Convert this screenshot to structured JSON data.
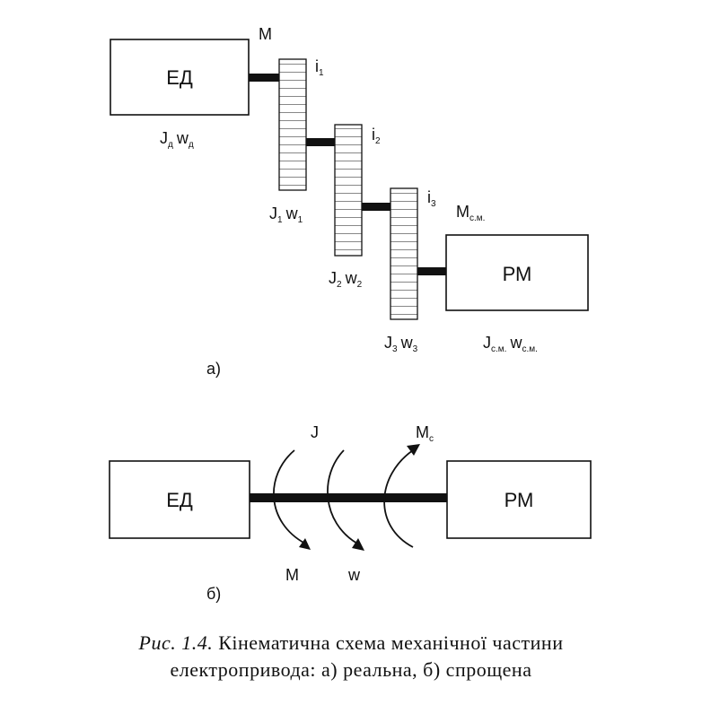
{
  "diagram_a": {
    "motor_box": "ЕД",
    "load_box": "РМ",
    "label": "а)",
    "torque": "М",
    "motor_params": {
      "j": "J",
      "j_sub": "д",
      "w": "w",
      "w_sub": "д"
    },
    "gears": [
      {
        "ratio": "i",
        "ratio_sub": "1",
        "j": "J",
        "j_sub": "1",
        "w": "w",
        "w_sub": "1"
      },
      {
        "ratio": "i",
        "ratio_sub": "2",
        "j": "J",
        "j_sub": "2",
        "w": "w",
        "w_sub": "2"
      },
      {
        "ratio": "i",
        "ratio_sub": "3",
        "j": "J",
        "j_sub": "3",
        "w": "w",
        "w_sub": "3"
      }
    ],
    "load_torque": {
      "m": "М",
      "sub": "с.м."
    },
    "load_params": {
      "j": "J",
      "j_sub": "с.м.",
      "w": "w",
      "w_sub": "с.м."
    }
  },
  "diagram_b": {
    "motor_box": "ЕД",
    "load_box": "РМ",
    "label": "б)",
    "inertia": "J",
    "load_torque": {
      "m": "М",
      "sub": "с"
    },
    "torque": "М",
    "speed": "w"
  },
  "caption": {
    "prefix": "Рис. 1.4.",
    "line1": "Кінематична схема механічної частини",
    "line2": "електропривода: а) реальна, б) спрощена"
  }
}
